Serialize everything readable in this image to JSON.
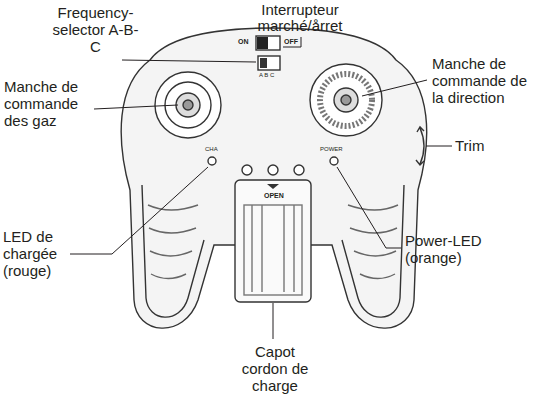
{
  "diagram": {
    "labels": [
      "Frequency- selector A-B-C",
      "Interrupteur marché/årret",
      "ON",
      "OFF",
      "Manche de commande de la direction",
      "Manche de commande des gaz",
      "A B C",
      "Trim",
      "CHA",
      "POWER",
      "OPEN",
      "LED de chargée (rouge)",
      "Power-LED (orange)",
      "Capot cordon de charge"
    ]
  }
}
